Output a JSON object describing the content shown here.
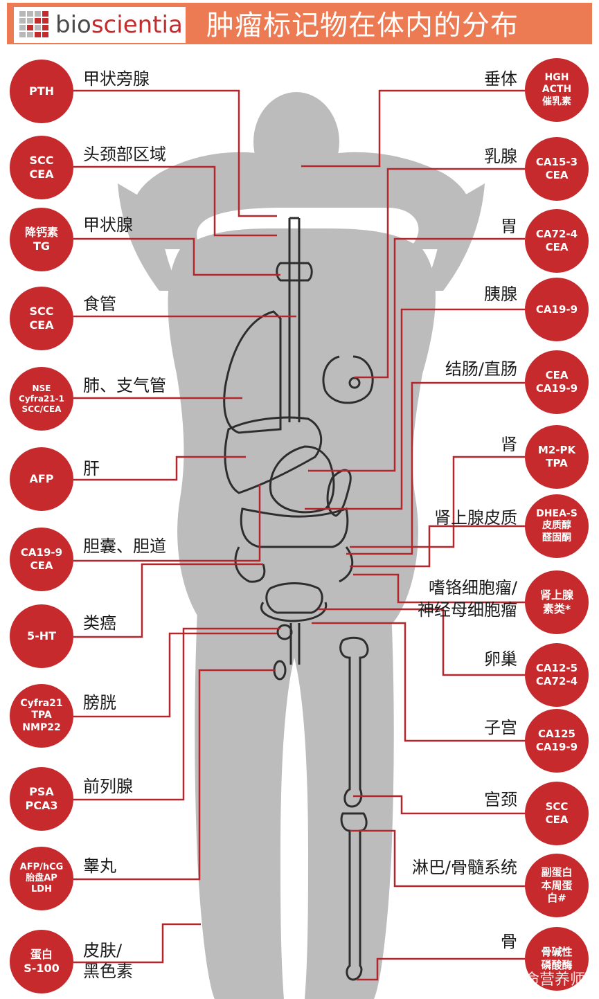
{
  "header": {
    "logo_text": "bioscientia",
    "title": "肿瘤标记物在体内的分布"
  },
  "colors": {
    "circle": "#c62a2d",
    "header": "#ec7a52",
    "silhouette": "#bcbcbd",
    "line": "#b3262b"
  },
  "left_items": [
    {
      "organ": "甲状旁腺",
      "markers": [
        "PTH"
      ]
    },
    {
      "organ": "头颈部区域",
      "markers": [
        "SCC",
        "CEA"
      ]
    },
    {
      "organ": "甲状腺",
      "markers": [
        "降钙素",
        "TG"
      ]
    },
    {
      "organ": "食管",
      "markers": [
        "SCC",
        "CEA"
      ]
    },
    {
      "organ": "肺、支气管",
      "markers": [
        "NSE",
        "Cyfra21-1",
        "SCC/CEA"
      ]
    },
    {
      "organ": "肝",
      "markers": [
        "AFP"
      ]
    },
    {
      "organ": "胆囊、胆道",
      "markers": [
        "CA19-9",
        "CEA"
      ]
    },
    {
      "organ": "类癌",
      "markers": [
        "5-HT"
      ]
    },
    {
      "organ": "膀胱",
      "markers": [
        "Cyfra21",
        "TPA",
        "NMP22"
      ]
    },
    {
      "organ": "前列腺",
      "markers": [
        "PSA",
        "PCA3"
      ]
    },
    {
      "organ": "睾丸",
      "markers": [
        "AFP/hCG",
        "胎盘AP",
        "LDH"
      ]
    },
    {
      "organ": "皮肤/\n黑色素",
      "markers": [
        "蛋白",
        "S-100"
      ]
    }
  ],
  "right_items": [
    {
      "organ": "垂体",
      "markers": [
        "HGH",
        "ACTH",
        "催乳素"
      ]
    },
    {
      "organ": "乳腺",
      "markers": [
        "CA15-3",
        "CEA"
      ]
    },
    {
      "organ": "胃",
      "markers": [
        "CA72-4",
        "CEA"
      ]
    },
    {
      "organ": "胰腺",
      "markers": [
        "CA19-9"
      ]
    },
    {
      "organ": "结肠/直肠",
      "markers": [
        "CEA",
        "CA19-9"
      ]
    },
    {
      "organ": "肾",
      "markers": [
        "M2-PK",
        "TPA"
      ]
    },
    {
      "organ": "肾上腺皮质",
      "markers": [
        "DHEA-S",
        "皮质醇",
        "醛固酮"
      ]
    },
    {
      "organ": "嗜铬细胞瘤/\n神经母细胞瘤",
      "markers": [
        "肾上腺",
        "素类*"
      ]
    },
    {
      "organ": "卵巢",
      "markers": [
        "CA12-5",
        "CA72-4"
      ]
    },
    {
      "organ": "子宫",
      "markers": [
        "CA125",
        "CA19-9"
      ]
    },
    {
      "organ": "宫颈",
      "markers": [
        "SCC",
        "CEA"
      ]
    },
    {
      "organ": "淋巴/骨髓系统",
      "markers": [
        "副蛋白",
        "本周蛋",
        "白#"
      ]
    },
    {
      "organ": "骨",
      "markers": [
        "骨碱性",
        "磷酸酶"
      ]
    }
  ],
  "watermark": "知乎 @生命营养师"
}
